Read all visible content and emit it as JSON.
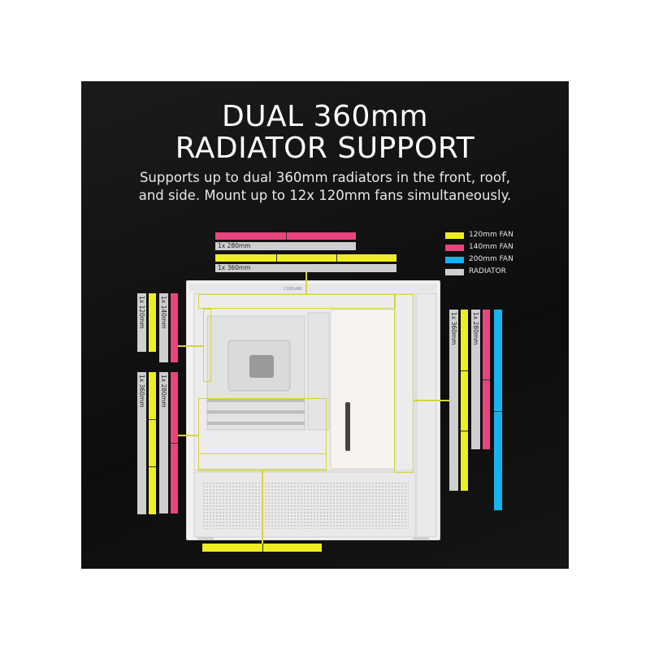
{
  "headline": {
    "line1": "DUAL 360mm",
    "line2": "RADIATOR SUPPORT"
  },
  "subtitle": {
    "line1": "Supports up to dual 360mm radiators in the front, roof,",
    "line2": "and side. Mount up to 12x 120mm fans simultaneously."
  },
  "legend": [
    {
      "label": "120mm FAN",
      "color": "#eeee22"
    },
    {
      "label": "140mm FAN",
      "color": "#e8457f"
    },
    {
      "label": "200mm FAN",
      "color": "#16b4ef"
    },
    {
      "label": "RADIATOR",
      "color": "#cfcfcf"
    }
  ],
  "radiator_labels": {
    "roof_280": "1x 280mm",
    "roof_360": "1x 360mm",
    "rear_120": "1x 120mm",
    "rear_140": "1x 140mm",
    "side_360": "1x 360mm",
    "side_280": "1x 280mm",
    "front_360": "1x 360mm",
    "front_280": "1x 280mm"
  },
  "case_brand": "CORSAIR",
  "colors": {
    "fan_120": "#eeee22",
    "fan_140": "#e8457f",
    "fan_200": "#16b4ef",
    "radiator": "#cfcfcf",
    "case": "#f2f2f2",
    "highlight": "#d4d43a"
  }
}
